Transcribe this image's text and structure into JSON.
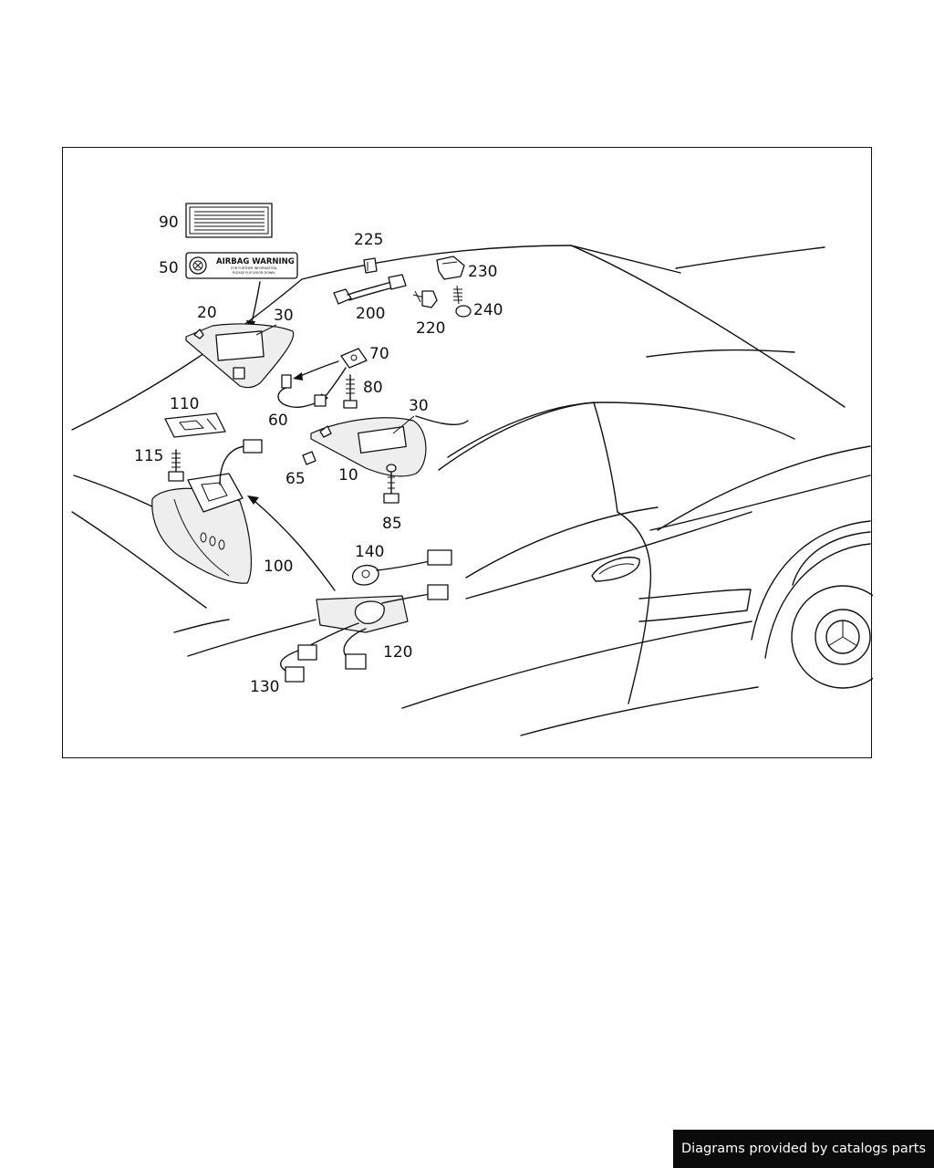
{
  "diagram": {
    "parts": [
      {
        "id": "p90",
        "label": "90"
      },
      {
        "id": "p50",
        "label": "50"
      },
      {
        "id": "p20",
        "label": "20"
      },
      {
        "id": "p30a",
        "label": "30"
      },
      {
        "id": "p225",
        "label": "225"
      },
      {
        "id": "p230",
        "label": "230"
      },
      {
        "id": "p200",
        "label": "200"
      },
      {
        "id": "p220",
        "label": "220"
      },
      {
        "id": "p240",
        "label": "240"
      },
      {
        "id": "p70",
        "label": "70"
      },
      {
        "id": "p80",
        "label": "80"
      },
      {
        "id": "p60",
        "label": "60"
      },
      {
        "id": "p30b",
        "label": "30"
      },
      {
        "id": "p110",
        "label": "110"
      },
      {
        "id": "p115",
        "label": "115"
      },
      {
        "id": "p65",
        "label": "65"
      },
      {
        "id": "p10",
        "label": "10"
      },
      {
        "id": "p85",
        "label": "85"
      },
      {
        "id": "p100",
        "label": "100"
      },
      {
        "id": "p140",
        "label": "140"
      },
      {
        "id": "p120",
        "label": "120"
      },
      {
        "id": "p130",
        "label": "130"
      }
    ],
    "warning_label": {
      "title": "AIRBAG WARNING",
      "line1": "FOR FURTHER INFORMATION,",
      "line2": "PLEASE FLIP VISOR DOWN."
    }
  },
  "footer": {
    "credit": "Diagrams provided by catalogs parts"
  }
}
